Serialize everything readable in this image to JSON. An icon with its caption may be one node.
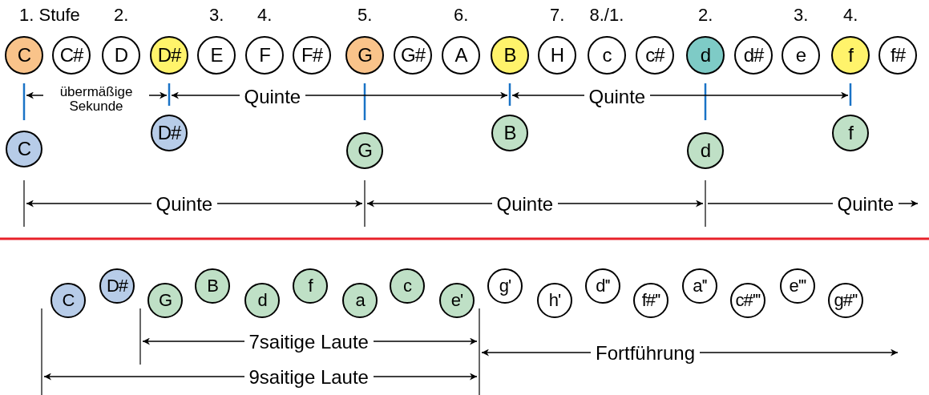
{
  "diagram": {
    "nodes": [
      {
        "text": [
          "C"
        ]
      },
      {
        "text": [
          "C#"
        ]
      },
      {
        "text": [
          "D"
        ]
      },
      {
        "text": [
          "D#"
        ]
      },
      {
        "text": [
          "E"
        ]
      },
      {
        "text": [
          "F"
        ]
      },
      {
        "text": [
          "F#"
        ]
      },
      {
        "text": [
          "G"
        ]
      },
      {
        "text": [
          "G#"
        ]
      },
      {
        "text": [
          "A"
        ]
      },
      {
        "text": [
          "B"
        ]
      },
      {
        "text": [
          "H"
        ]
      },
      {
        "text": [
          "c"
        ]
      },
      {
        "text": [
          "c#"
        ]
      },
      {
        "text": [
          "d"
        ]
      },
      {
        "text": [
          "d#"
        ]
      },
      {
        "text": [
          "e"
        ]
      },
      {
        "text": [
          "f"
        ]
      },
      {
        "text": [
          "f#"
        ]
      },
      {
        "text": [
          "C"
        ]
      },
      {
        "text": [
          "D#"
        ]
      },
      {
        "text": [
          "G"
        ]
      },
      {
        "text": [
          "B"
        ]
      },
      {
        "text": [
          "d"
        ]
      },
      {
        "text": [
          "f"
        ]
      },
      {
        "text": [
          "C"
        ]
      },
      {
        "text": [
          "D#"
        ]
      },
      {
        "text": [
          "G"
        ]
      },
      {
        "text": [
          "B"
        ]
      },
      {
        "text": [
          "d"
        ]
      },
      {
        "text": [
          "f"
        ]
      },
      {
        "text": [
          "a"
        ]
      },
      {
        "text": [
          "c"
        ]
      },
      {
        "text": [
          "e'"
        ]
      },
      {
        "text": [
          "g'"
        ]
      },
      {
        "text": [
          "h'"
        ]
      },
      {
        "text": [
          "d''"
        ]
      },
      {
        "text": [
          "f#''"
        ]
      },
      {
        "text": [
          "a''"
        ]
      },
      {
        "text": [
          "c#'''"
        ]
      },
      {
        "text": [
          "e'''"
        ]
      },
      {
        "text": [
          "g#''"
        ]
      }
    ],
    "labels": [
      "1. Stufe",
      "2.",
      "3.",
      "4.",
      "5.",
      "6.",
      "7.",
      "8./1.",
      "2.",
      "3.",
      "4.",
      "übermäßige Sekunde",
      "Quinte",
      "Quinte",
      "Quinte",
      "Quinte",
      "Quinte",
      "7saitige Laute",
      "Fortführung",
      "9saitige Laute"
    ]
  }
}
